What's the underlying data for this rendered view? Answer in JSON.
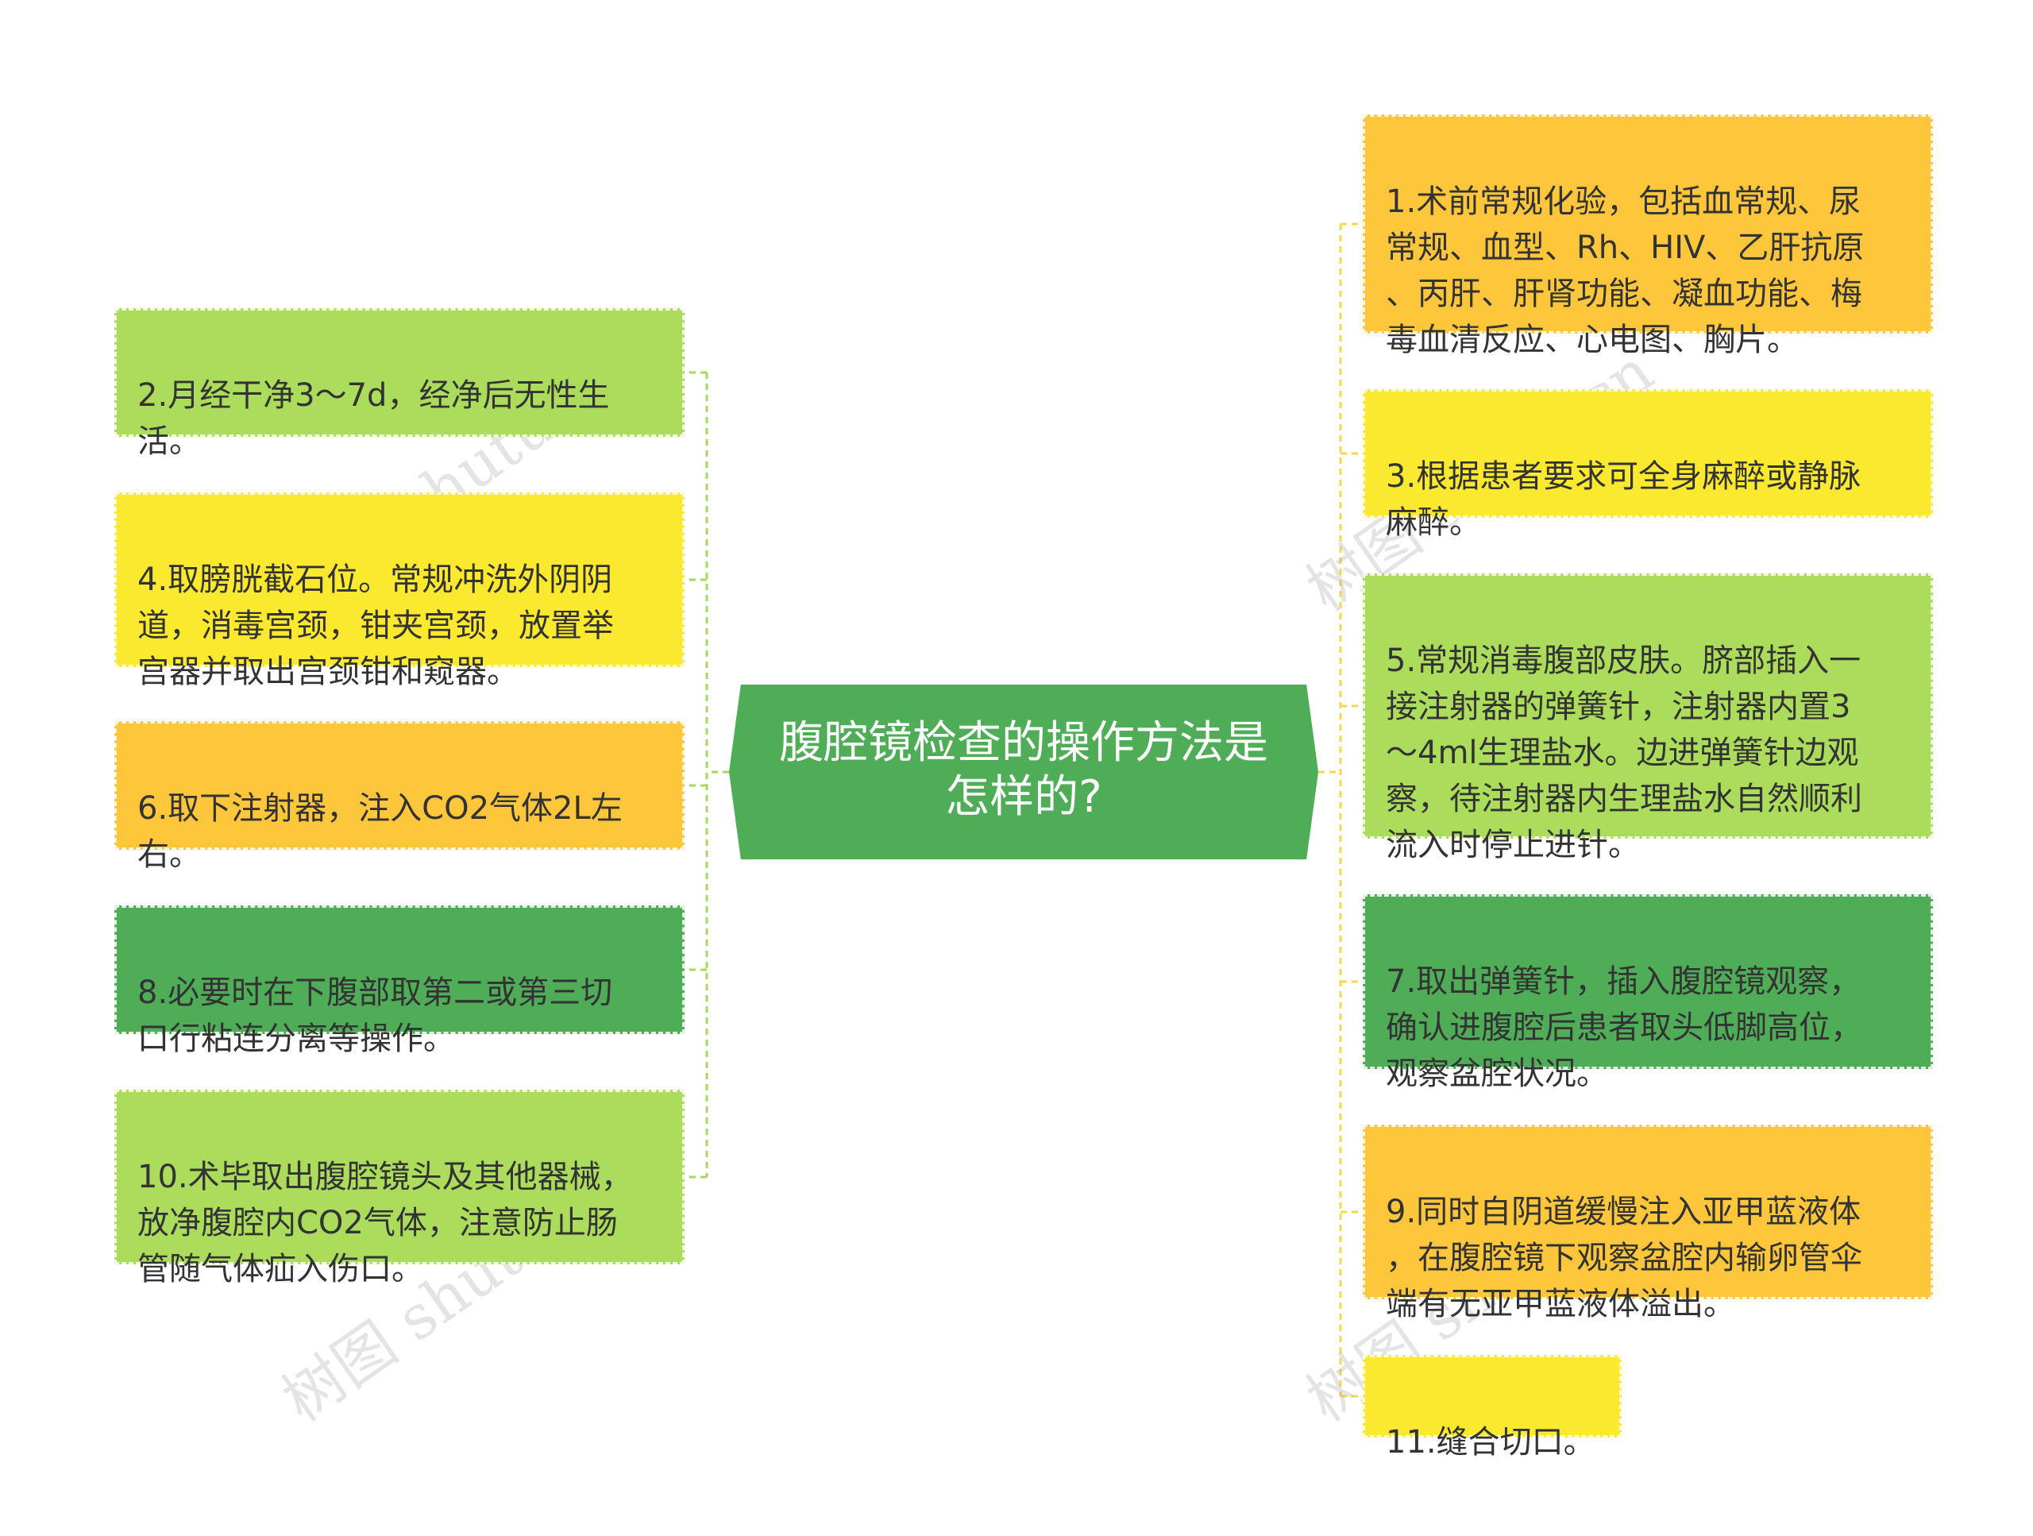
{
  "root": {
    "title": "腹腔镜检查的操作方法是\n怎样的?",
    "color": "#4fad58"
  },
  "left_nodes": [
    {
      "id": "step-2",
      "text": "2.月经干净3～7d，经净后无性生\n活。",
      "color": "green"
    },
    {
      "id": "step-4",
      "text": "4.取膀胱截石位。常规冲洗外阴阴\n道，消毒宫颈，钳夹宫颈，放置举\n宫器并取出宫颈钳和窥器。",
      "color": "yellow"
    },
    {
      "id": "step-6",
      "text": "6.取下注射器，注入CO2气体2L左\n右。",
      "color": "orange"
    },
    {
      "id": "step-8",
      "text": "8.必要时在下腹部取第二或第三切\n口行粘连分离等操作。",
      "color": "dark"
    },
    {
      "id": "step-10",
      "text": "10.术毕取出腹腔镜头及其他器械，\n放净腹腔内CO2气体，注意防止肠\n管随气体疝入伤口。",
      "color": "green"
    }
  ],
  "right_nodes": [
    {
      "id": "step-1",
      "text": "1.术前常规化验，包括血常规、尿\n常规、血型、Rh、HIV、乙肝抗原\n、丙肝、肝肾功能、凝血功能、梅\n毒血清反应、心电图、胸片。",
      "color": "orange"
    },
    {
      "id": "step-3",
      "text": "3.根据患者要求可全身麻醉或静脉\n麻醉。",
      "color": "yellow"
    },
    {
      "id": "step-5",
      "text": "5.常规消毒腹部皮肤。脐部插入一\n接注射器的弹簧针，注射器内置3\n～4ml生理盐水。边进弹簧针边观\n察，待注射器内生理盐水自然顺利\n流入时停止进针。",
      "color": "green"
    },
    {
      "id": "step-7",
      "text": "7.取出弹簧针，插入腹腔镜观察，\n确认进腹腔后患者取头低脚高位，\n观察盆腔状况。",
      "color": "dark"
    },
    {
      "id": "step-9",
      "text": "9.同时自阴道缓慢注入亚甲蓝液体\n，在腹腔镜下观察盆腔内输卵管伞\n端有无亚甲蓝液体溢出。",
      "color": "orange"
    },
    {
      "id": "step-11",
      "text": "11.缝合切口。",
      "color": "yellow"
    }
  ],
  "colors": {
    "green": "#acdc5c",
    "yellow": "#fbe92f",
    "orange": "#fec73b",
    "dark": "#4fad58",
    "connector_left": "#a6d85a",
    "connector_right": "#f6d84a"
  },
  "watermark": "树图 shutu.cn"
}
